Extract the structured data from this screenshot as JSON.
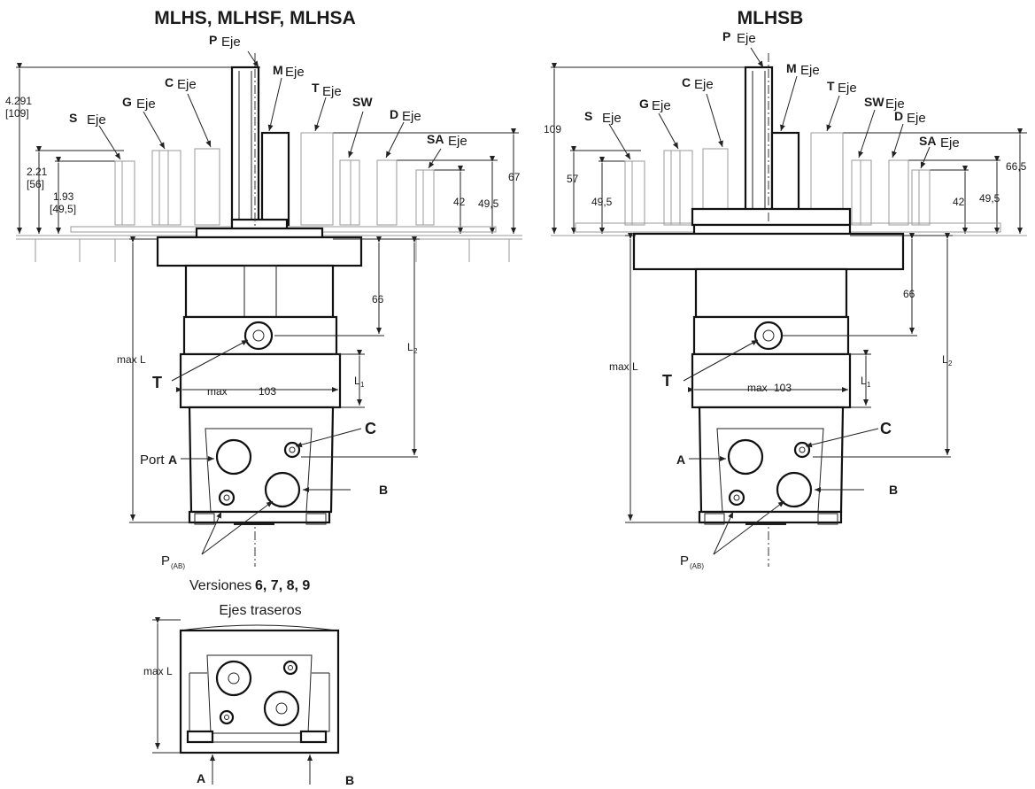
{
  "left": {
    "title": "MLHS, MLHSF, MLHSA",
    "shafts": {
      "P": {
        "code": "P",
        "word": "Eje"
      },
      "M": {
        "code": "M",
        "word": "Eje"
      },
      "T": {
        "code": "T",
        "word": "Eje"
      },
      "C": {
        "code": "C",
        "word": "Eje"
      },
      "G": {
        "code": "G",
        "word": "Eje"
      },
      "S": {
        "code": "S",
        "word": "Eje"
      },
      "SW": {
        "code": "SW",
        "word": ""
      },
      "D": {
        "code": "D",
        "word": "Eje"
      },
      "SA": {
        "code": "SA",
        "word": "Eje"
      }
    },
    "dims": {
      "overall": "4.291",
      "overall_b": "[109]",
      "d221": "2.21",
      "d221_b": "[56]",
      "d193": "1.93",
      "d193_b": "[49,5]",
      "d67": "67",
      "d495": "49,5",
      "d42": "42",
      "d66": "66",
      "maxL": "max L",
      "L2": "L",
      "L2_sub": "2",
      "L1": "L",
      "L1_sub": "1",
      "max103_a": "max",
      "max103_b": "103"
    },
    "ports": {
      "T": "T",
      "C": "C",
      "portA_a": "Port ",
      "portA_b": "A",
      "B": "B",
      "P": "P",
      "P_sub": "(AB)"
    }
  },
  "right": {
    "title": "MLHSB",
    "shafts": {
      "P": {
        "code": "P",
        "word": "Eje"
      },
      "M": {
        "code": "M",
        "word": "Eje"
      },
      "T": {
        "code": "T",
        "word": "Eje"
      },
      "C": {
        "code": "C",
        "word": "Eje"
      },
      "G": {
        "code": "G",
        "word": "Eje"
      },
      "S": {
        "code": "S",
        "word": "Eje"
      },
      "SW": {
        "code": "SW",
        "word": "Eje"
      },
      "D": {
        "code": "D",
        "word": "Eje"
      },
      "SA": {
        "code": "SA",
        "word": "Eje"
      }
    },
    "dims": {
      "overall": "109",
      "d57": "57",
      "d495a": "49,5",
      "d665": "66,5",
      "d495b": "49,5",
      "d42": "42",
      "d66": "66",
      "maxL": "max L",
      "L2": "L",
      "L2_sub": "2",
      "L1": "L",
      "L1_sub": "1",
      "max103_a": "max",
      "max103_b": "103"
    },
    "ports": {
      "T": "T",
      "C": "C",
      "A": "A",
      "B": "B",
      "P": "P",
      "P_sub": "(AB)"
    }
  },
  "rear": {
    "title_a": "Versiones ",
    "title_b": "6, 7, 8, 9",
    "subtitle": "Ejes traseros",
    "maxL": "max L",
    "A": "A",
    "B": "B"
  }
}
